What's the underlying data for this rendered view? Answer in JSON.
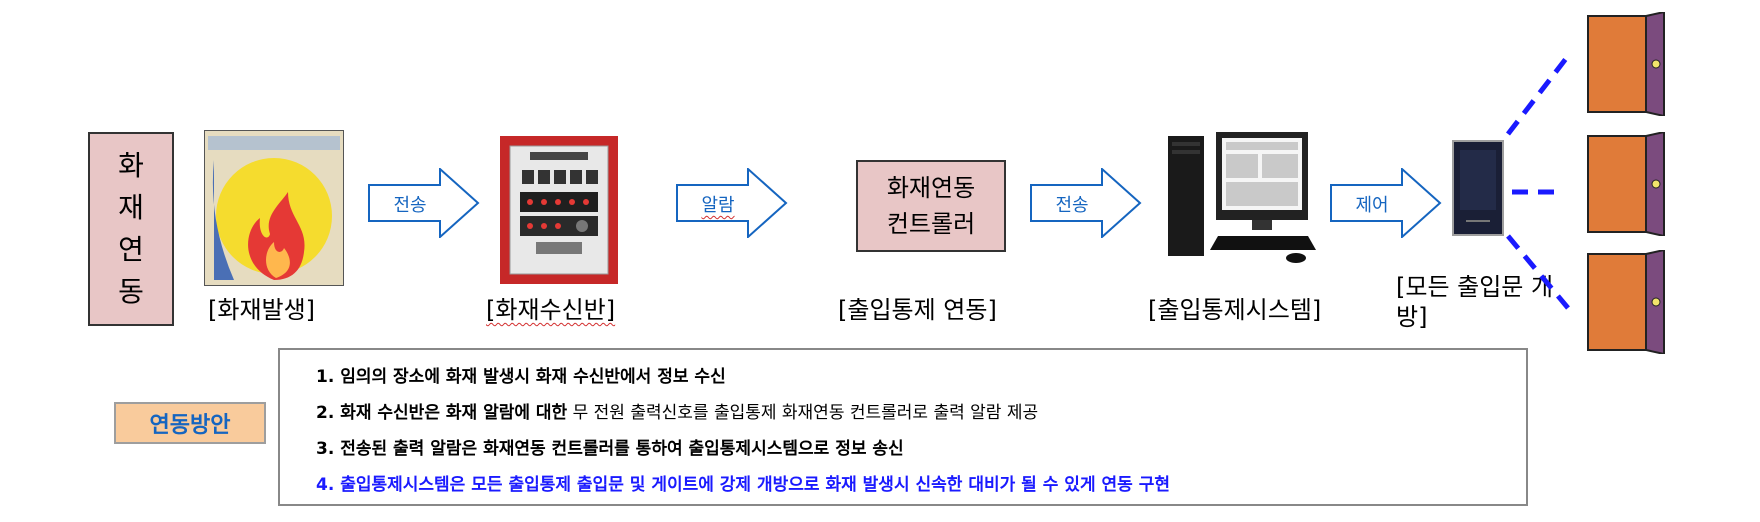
{
  "title_vertical": "화재연동",
  "stages": [
    {
      "caption": "[화재발생]"
    },
    {
      "caption": "[화재수신반]"
    },
    {
      "caption": "[출입통제 연동]"
    },
    {
      "caption": "[출입통제시스템]"
    },
    {
      "caption": "[모든 출입문 개방]"
    }
  ],
  "controller_label": "화재연동 컨트롤러",
  "arrows": [
    {
      "label": "전송"
    },
    {
      "label": "알람"
    },
    {
      "label": "전송"
    },
    {
      "label": "제어"
    }
  ],
  "plan_badge": "연동방안",
  "plan_lines": [
    {
      "text": "1. 임의의  장소에 화재 발생시 화재 수신반에서 정보 수신"
    },
    {
      "bold": "2. 화재 수신반은 화재 알람에 대한",
      "normal": " 무 전원 출력신호를 출입통제 화재연동 컨트롤러로 출력 알람 제공"
    },
    {
      "text": "3. 전송된 출력 알람은 화재연동 컨트롤러를 통하여 출입통제시스템으로 정보 송신"
    },
    {
      "text": "4. 출입통제시스템은 모든 출입통제 출입문 및 게이트에  강제 개방으로  화재 발생시 신속한 대비가 될 수 있게 연동 구현"
    }
  ],
  "colors": {
    "arrow": "#1565c0",
    "pink": "#e8c6c6",
    "badge": "#f9cb9c",
    "highlight_text": "#1a1aff",
    "door_orange": "#e07b39",
    "door_purple": "#7b4b7e"
  }
}
